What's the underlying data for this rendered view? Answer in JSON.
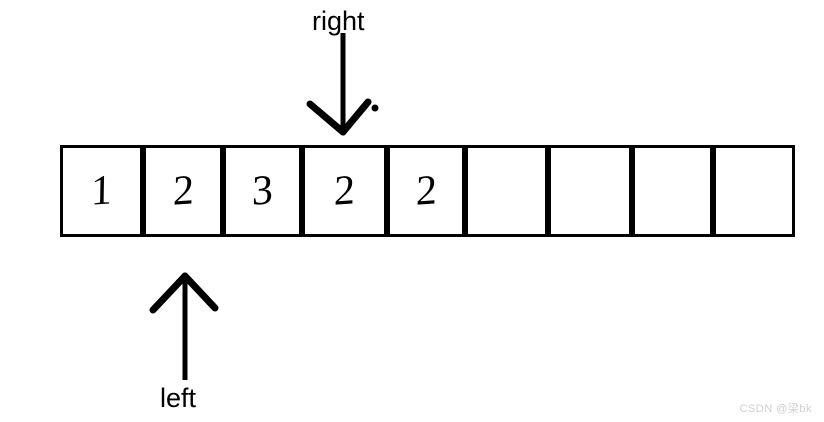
{
  "figure": {
    "type": "array-diagram",
    "background_color": "#ffffff",
    "stroke_color": "#000000"
  },
  "array": {
    "name": "array-strip",
    "cell_count": 9,
    "cells": [
      {
        "index": 0,
        "value": "1",
        "filled": true
      },
      {
        "index": 1,
        "value": "2",
        "filled": true
      },
      {
        "index": 2,
        "value": "3",
        "filled": true
      },
      {
        "index": 3,
        "value": "2",
        "filled": true
      },
      {
        "index": 4,
        "value": "2",
        "filled": true
      },
      {
        "index": 5,
        "value": "",
        "filled": false
      },
      {
        "index": 6,
        "value": "",
        "filled": false
      },
      {
        "index": 7,
        "value": "",
        "filled": false
      },
      {
        "index": 8,
        "value": "",
        "filled": false
      }
    ]
  },
  "pointers": {
    "right": {
      "label": "right",
      "direction": "down",
      "points_to_cell_index": 3
    },
    "left": {
      "label": "left",
      "direction": "up",
      "points_to_cell_index": 1
    }
  },
  "watermark": {
    "text": "CSDN @梁bk",
    "color": "#cfcfcf"
  }
}
